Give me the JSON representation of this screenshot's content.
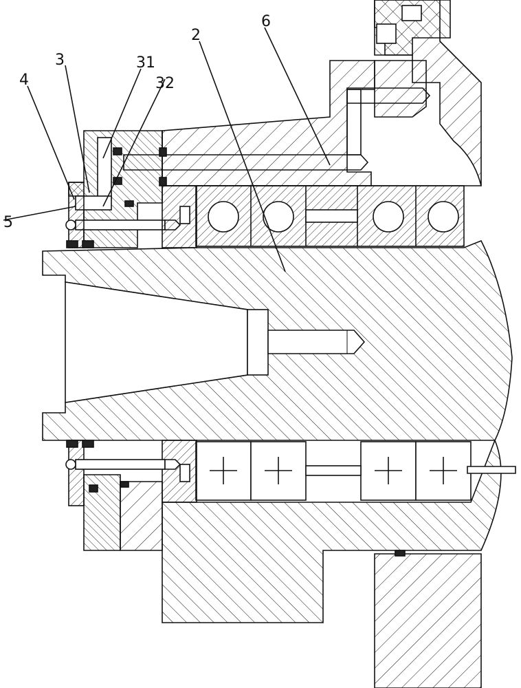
{
  "labels": {
    "l2": "2",
    "l3": "3",
    "l4": "4",
    "l5": "5",
    "l6": "6",
    "l31": "31",
    "l32": "32"
  }
}
